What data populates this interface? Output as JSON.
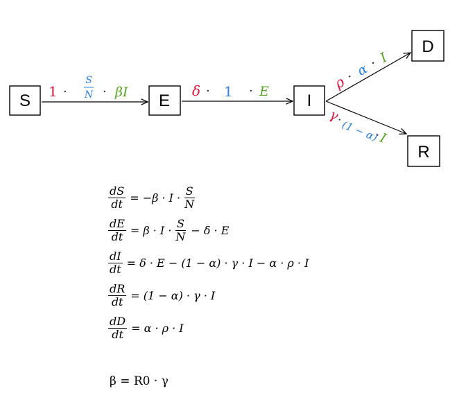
{
  "nodes": {
    "s": "S",
    "e": "E",
    "i": "I",
    "d": "D",
    "r": "R"
  },
  "edges": {
    "s_to_e": {
      "coef": "1",
      "dot1": "·",
      "frac_num": "S",
      "frac_den": "N",
      "dot2": "·",
      "rate": "βI"
    },
    "e_to_i": {
      "delta": "δ",
      "dot1": "·",
      "one": "1",
      "dot2": "·",
      "e": "E"
    },
    "i_to_d": {
      "rho": "ρ",
      "dot1": "·",
      "alpha": "α",
      "dot2": "·",
      "i": "I"
    },
    "i_to_r": {
      "gamma": "γ",
      "dot1": "·",
      "one_minus_alpha": "(1 − α)",
      "dot2": "·",
      "i": "I"
    }
  },
  "equations": [
    {
      "num": "dS",
      "den": "dt",
      "rhs_pre": "= −β · I ·",
      "frac_num": "S",
      "frac_den": "N",
      "rhs_post": ""
    },
    {
      "num": "dE",
      "den": "dt",
      "rhs_pre": "= β · I ·",
      "frac_num": "S",
      "frac_den": "N",
      "rhs_post": "− δ · E"
    },
    {
      "num": "dI",
      "den": "dt",
      "rhs_pre": "= δ · E − (1 − α) · γ · I − α · ρ · I",
      "frac_num": "",
      "frac_den": "",
      "rhs_post": ""
    },
    {
      "num": "dR",
      "den": "dt",
      "rhs_pre": "= (1 − α) · γ · I",
      "frac_num": "",
      "frac_den": "",
      "rhs_post": ""
    },
    {
      "num": "dD",
      "den": "dt",
      "rhs_pre": "= α · ρ · I",
      "frac_num": "",
      "frac_den": "",
      "rhs_post": ""
    }
  ],
  "beta_formula": "β = R0 · γ",
  "colors": {
    "red": "#d4163c",
    "blue": "#2f7fd6",
    "green": "#5aa128"
  }
}
